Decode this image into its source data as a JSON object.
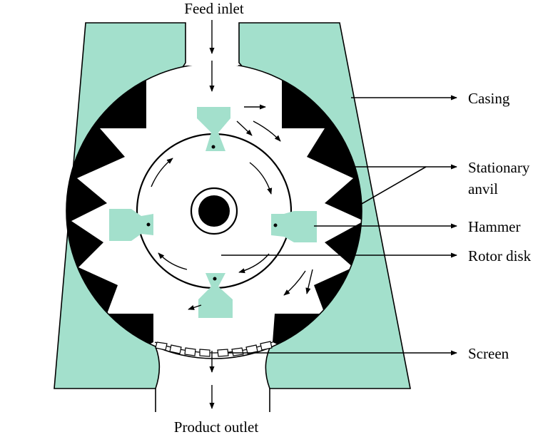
{
  "labels": {
    "feed_inlet": "Feed inlet",
    "product_outlet": "Product outlet",
    "casing": "Casing",
    "stationary_anvil_line1": "Stationary",
    "stationary_anvil_line2": "anvil",
    "hammer": "Hammer",
    "rotor_disk": "Rotor disk",
    "screen": "Screen"
  },
  "colors": {
    "casing_fill": "#a3e0cc",
    "anvil_fill": "#000000",
    "hammer_fill": "#a3e0cc",
    "background": "#ffffff"
  }
}
